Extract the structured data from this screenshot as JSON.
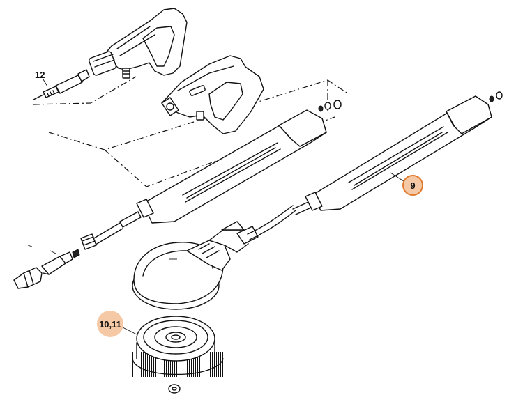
{
  "labels": {
    "part_12": "12",
    "part_9": "9",
    "part_10_11": "10,11"
  },
  "colors": {
    "highlight_ring": "#e07a2e",
    "highlight_fill": "#f6c9a6",
    "line": "#111111",
    "background": "#ffffff"
  }
}
